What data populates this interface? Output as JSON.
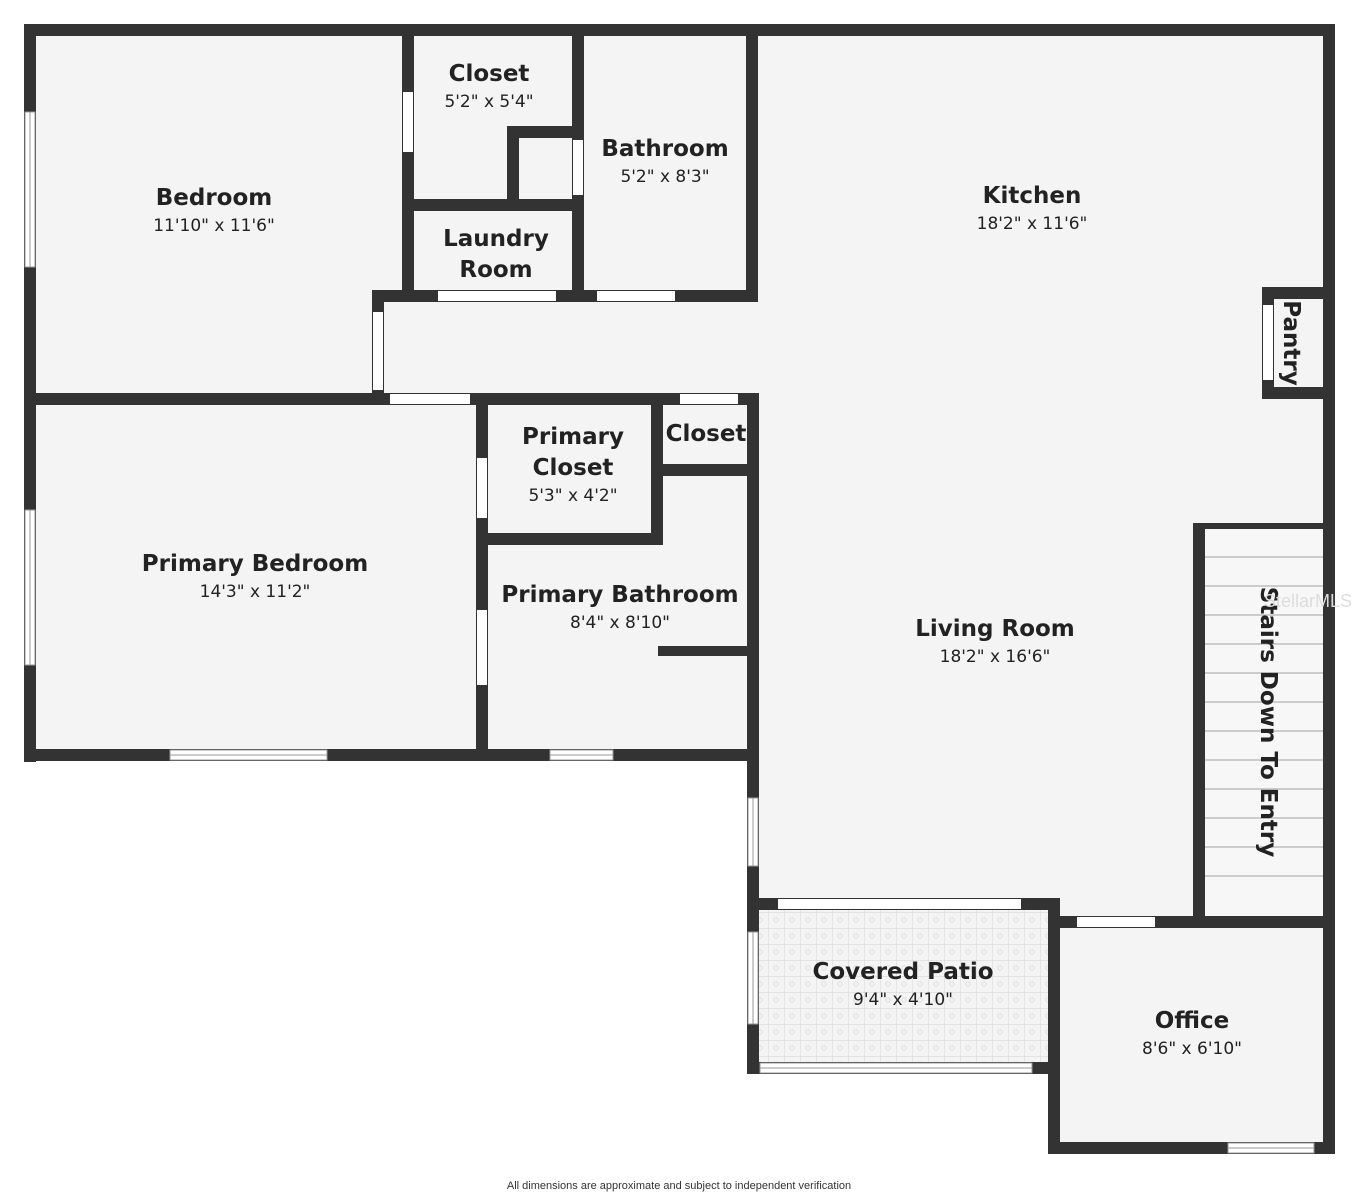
{
  "colors": {
    "wall": "#333333",
    "floor": "#f4f4f4",
    "window": "#ffffff",
    "patio_tile": "#d9d9d9"
  },
  "rooms": [
    {
      "key": "bedroom",
      "name": "Bedroom",
      "dims": "11'10\" x 11'6\""
    },
    {
      "key": "closet1",
      "name": "Closet",
      "dims": "5'2\" x 5'4\""
    },
    {
      "key": "laundry",
      "name": "Laundry Room",
      "name_lines": [
        "Laundry",
        "Room"
      ],
      "dims": ""
    },
    {
      "key": "bathroom",
      "name": "Bathroom",
      "dims": "5'2\" x 8'3\""
    },
    {
      "key": "kitchen",
      "name": "Kitchen",
      "dims": "18'2\" x 11'6\""
    },
    {
      "key": "pantry",
      "name": "Pantry",
      "dims": ""
    },
    {
      "key": "primary_bedroom",
      "name": "Primary Bedroom",
      "dims": "14'3\" x 11'2\""
    },
    {
      "key": "primary_closet",
      "name": "Primary Closet",
      "name_lines": [
        "Primary",
        "Closet"
      ],
      "dims": "5'3\" x 4'2\""
    },
    {
      "key": "closet2",
      "name": "Closet",
      "dims": ""
    },
    {
      "key": "primary_bathroom",
      "name": "Primary Bathroom",
      "dims": "8'4\" x 8'10\""
    },
    {
      "key": "living_room",
      "name": "Living Room",
      "dims": "18'2\" x 16'6\""
    },
    {
      "key": "stairs",
      "name": "Stairs Down To Entry",
      "dims": ""
    },
    {
      "key": "covered_patio",
      "name": "Covered Patio",
      "dims": "9'4\" x 4'10\""
    },
    {
      "key": "office",
      "name": "Office",
      "dims": "8'6\" x 6'10\""
    }
  ],
  "watermark": "StellarMLS",
  "disclaimer": "All dimensions are approximate and subject to independent verification"
}
